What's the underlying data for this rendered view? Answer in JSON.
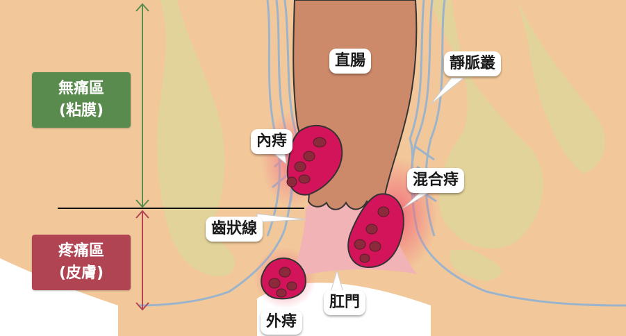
{
  "zones": {
    "painless": {
      "line1": "無痛區",
      "line2": "(粘膜)",
      "color": "#5a8b4e"
    },
    "painful": {
      "line1": "疼痛區",
      "line2": "(皮膚)",
      "color": "#b04452"
    }
  },
  "labels": {
    "rectum": "直腸",
    "venous_plexus": "靜脈叢",
    "internal_hemorrhoid": "內痔",
    "mixed_hemorrhoid": "混合痔",
    "dentate_line": "齒狀線",
    "anus": "肛門",
    "external_hemorrhoid": "外痔"
  },
  "colors": {
    "skin": "#f2c89a",
    "muscle": "#e2d39a",
    "vein": "#9bb4cc",
    "rectum": "#cc8a6a",
    "anal_canal": "#f2b3b6",
    "hemorrhoid": "#d4145a",
    "clot": "#8a2a3a",
    "painless_arrow": "#5a8b4e",
    "painful_arrow": "#b04452"
  }
}
